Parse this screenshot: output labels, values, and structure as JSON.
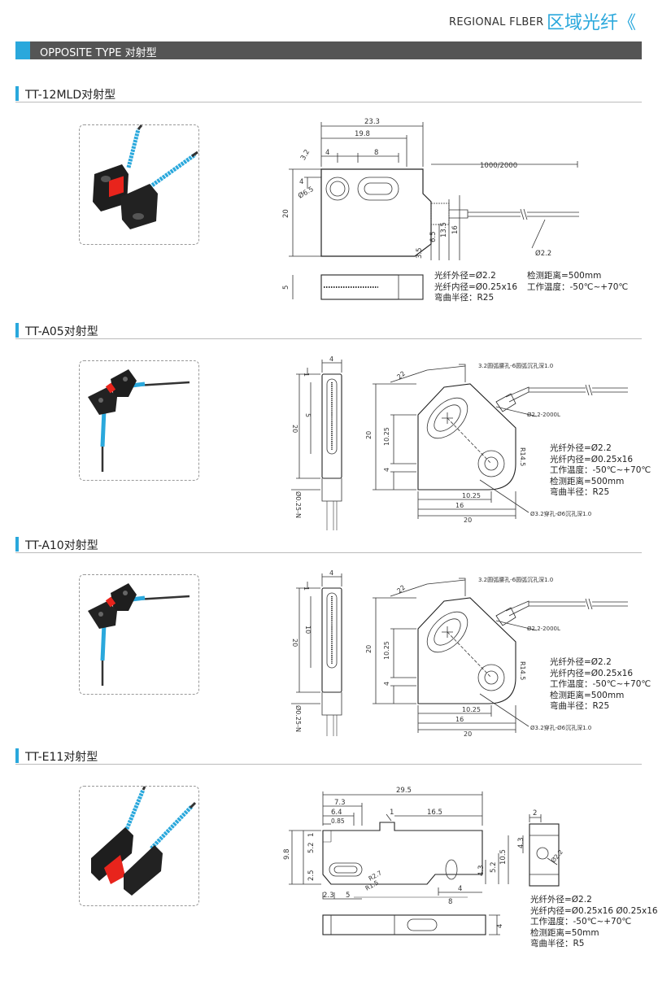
{
  "header": {
    "english": "REGIONAL FLBER",
    "chinese": "区域光纤《"
  },
  "banner": {
    "label": "OPPOSITE TYPE 对射型"
  },
  "sections": [
    {
      "title": "TT-12MLD对射型",
      "dims": {
        "d233": "23.3",
        "d198": "19.8",
        "d4a": "4",
        "d8": "8",
        "d32": "3.2",
        "d4b": "4",
        "d65": "Ø6.5",
        "d20": "20",
        "d1000": "1000/2000",
        "d35": "3.5",
        "d65b": "6.5",
        "d135": "13.5",
        "d16": "16",
        "d22": "Ø2.2",
        "d5": "5"
      },
      "specs_left": [
        "光纤外径=Ø2.2",
        "光纤内径=Ø0.25x16",
        "弯曲半径：R25"
      ],
      "specs_right": [
        "检测距离=500mm",
        "工作温度：-50℃~+70℃"
      ]
    },
    {
      "title": "TT-A05对射型",
      "dims": {
        "top4": "4",
        "one": "1",
        "five": "5",
        "twenty": "20",
        "wire": "Ø0.25-N",
        "d22": "22",
        "hole": "3.2圆弧腰孔-6圆弧沉孔深1.0",
        "cable": "Ø2.2-2000L",
        "r145": "R14.5",
        "h20": "20",
        "h1025": "10.25",
        "h4": "4",
        "w1025": "10.25",
        "w16": "16",
        "w20": "20",
        "thru": "Ø3.2穿孔-Ø6沉孔深1.0"
      },
      "specs": [
        "光纤外径=Ø2.2",
        "光纤内径=Ø0.25x16",
        "工作温度：-50℃~+70℃",
        "检测距离=500mm",
        "弯曲半径：R25"
      ]
    },
    {
      "title": "TT-A10对射型",
      "dims": {
        "top4": "4",
        "one": "1",
        "ten": "10",
        "twenty": "20",
        "wire": "Ø0.25-N",
        "d22": "22",
        "hole": "3.2圆弧腰孔-6圆弧沉孔深1.0",
        "cable": "Ø2.2-2000L",
        "r145": "R14.5",
        "h20": "20",
        "h1025": "10.25",
        "h4": "4",
        "w1025": "10.25",
        "w16": "16",
        "w20": "20",
        "thru": "Ø3.2穿孔-Ø6沉孔深1.0"
      },
      "specs": [
        "光纤外径=Ø2.2",
        "光纤内径=Ø0.25x16",
        "工作温度：-50℃~+70℃",
        "检测距离=500mm",
        "弯曲半径：R25"
      ]
    },
    {
      "title": "TT-E11对射型",
      "dims": {
        "d295": "29.5",
        "d73": "7.3",
        "d64": "6.4",
        "d085": "0.85",
        "d1": "1",
        "d165": "16.5",
        "d98": "9.8",
        "d1v": "1",
        "d52": "5.2",
        "d25": "2.5",
        "d27": "R2.7",
        "d15": "R1.5",
        "d23": "2.3",
        "d5": "5",
        "d4": "4",
        "d8": "8",
        "d43": "4.3",
        "d52b": "5.2",
        "d105": "10.5",
        "s2": "2",
        "s43": "4.3",
        "s22": "Ø2.2",
        "b4": "4"
      },
      "specs": [
        "光纤外径=Ø2.2",
        "光纤内径=Ø0.25x16    Ø0.25x16",
        "工作温度：-50℃~+70℃",
        "检测距离=50mm",
        "弯曲半径：R5"
      ]
    }
  ],
  "colors": {
    "accent": "#2aa8dc",
    "banner": "#555555",
    "fiber": "#2aa8dc",
    "housing": "#1c1c1c",
    "red": "#e8241c"
  }
}
